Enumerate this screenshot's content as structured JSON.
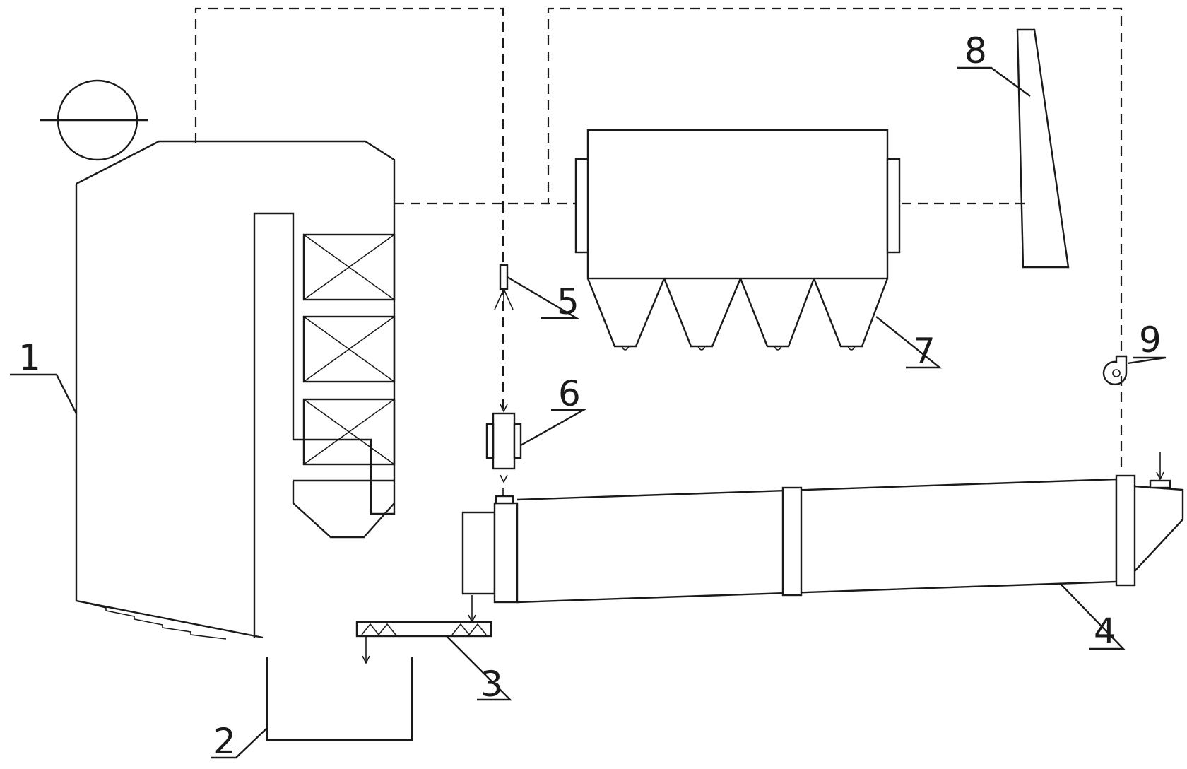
{
  "labels": {
    "l1": "1",
    "l2": "2",
    "l3": "3",
    "l4": "4",
    "l5": "5",
    "l6": "6",
    "l7": "7",
    "l8": "8",
    "l9": "9"
  },
  "colors": {
    "line": "#1a1a1a",
    "background": "#ffffff"
  }
}
